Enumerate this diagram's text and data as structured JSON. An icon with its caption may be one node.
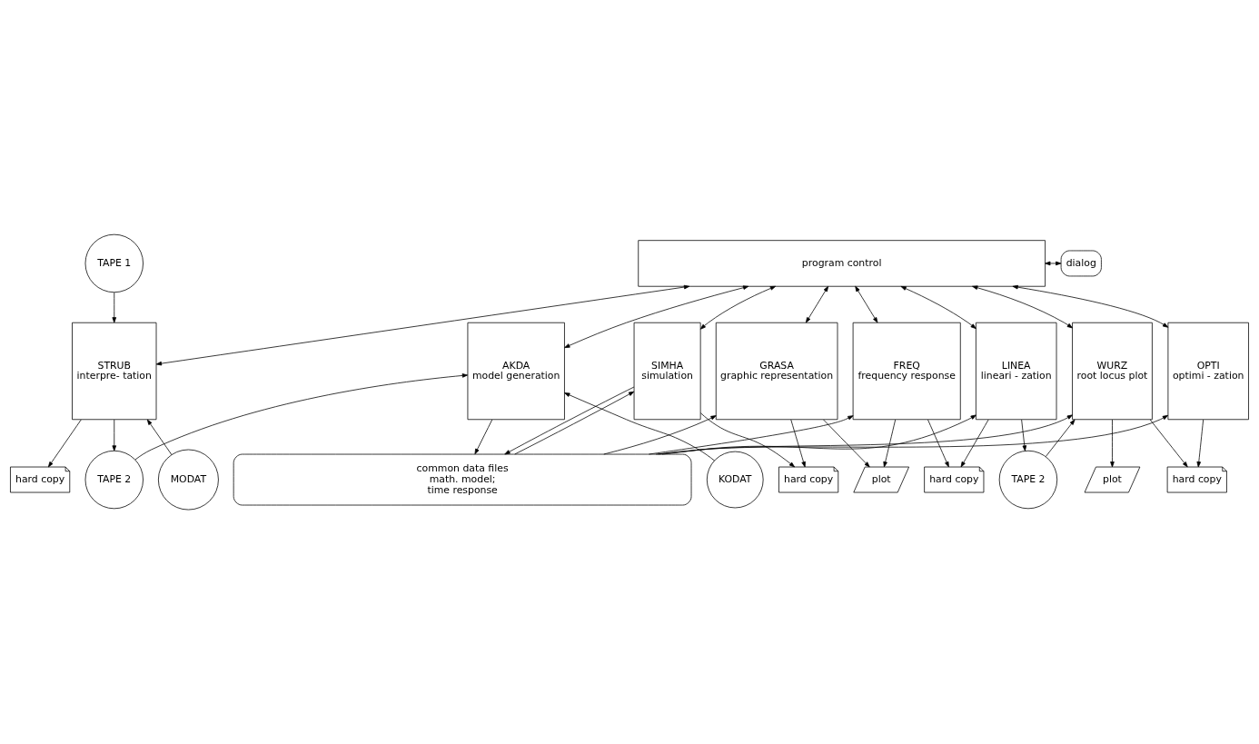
{
  "diagram": {
    "nodes": [
      {
        "text": [
          "program control"
        ]
      },
      {
        "text": [
          "TAPE 1"
        ]
      },
      {
        "text": [
          "dialog"
        ]
      },
      {
        "text": [
          "STRUB",
          "interpre- tation"
        ]
      },
      {
        "text": [
          "AKDA",
          "model generation"
        ]
      },
      {
        "text": [
          "SIMHA",
          "simulation"
        ]
      },
      {
        "text": [
          "GRASA",
          "graphic representation"
        ]
      },
      {
        "text": [
          "FREQ",
          "frequency response"
        ]
      },
      {
        "text": [
          "LINEA",
          "lineari - zation"
        ]
      },
      {
        "text": [
          "WURZ",
          "root locus plot"
        ]
      },
      {
        "text": [
          "OPTI",
          "optimi - zation"
        ]
      },
      {
        "text": [
          "hard copy"
        ]
      },
      {
        "text": [
          "TAPE 2"
        ]
      },
      {
        "text": [
          "hard copy"
        ]
      },
      {
        "text": [
          "plot"
        ]
      },
      {
        "text": [
          "hard copy"
        ]
      },
      {
        "text": [
          "TAPE 2"
        ]
      },
      {
        "text": [
          "plot"
        ]
      },
      {
        "text": [
          "hard copy"
        ]
      },
      {
        "text": [
          "MODAT"
        ]
      },
      {
        "text": [
          "KODAT"
        ]
      },
      {
        "text": [
          "common data files",
          "math. model;",
          "time response"
        ]
      }
    ],
    "edges": [
      {
        "from": 0,
        "to": 2,
        "arrow": "both"
      },
      {
        "from": 1,
        "to": 3,
        "arrow": "to"
      },
      {
        "from": 0,
        "to": 3,
        "arrow": "both"
      },
      {
        "from": 0,
        "to": 4,
        "arrow": "both"
      },
      {
        "from": 0,
        "to": 5,
        "arrow": "both"
      },
      {
        "from": 0,
        "to": 6,
        "arrow": "both"
      },
      {
        "from": 0,
        "to": 7,
        "arrow": "both"
      },
      {
        "from": 0,
        "to": 8,
        "arrow": "both"
      },
      {
        "from": 0,
        "to": 9,
        "arrow": "both"
      },
      {
        "from": 0,
        "to": 10,
        "arrow": "both"
      },
      {
        "from": 3,
        "to": 11,
        "arrow": "to"
      },
      {
        "from": 19,
        "to": 3,
        "arrow": "to"
      },
      {
        "from": 3,
        "to": 12,
        "arrow": "to"
      },
      {
        "from": 12,
        "to": 4,
        "arrow": "to"
      },
      {
        "from": 20,
        "to": 4,
        "arrow": "to"
      },
      {
        "from": 4,
        "to": 21,
        "arrow": "to"
      },
      {
        "from": 21,
        "to": 5,
        "arrow": "to"
      },
      {
        "from": 5,
        "to": 21,
        "arrow": "to"
      },
      {
        "from": 5,
        "to": 13,
        "arrow": "to"
      },
      {
        "from": 6,
        "to": 13,
        "arrow": "to"
      },
      {
        "from": 21,
        "to": 6,
        "arrow": "to"
      },
      {
        "from": 6,
        "to": 14,
        "arrow": "to"
      },
      {
        "from": 7,
        "to": 14,
        "arrow": "to"
      },
      {
        "from": 21,
        "to": 7,
        "arrow": "to"
      },
      {
        "from": 7,
        "to": 15,
        "arrow": "to"
      },
      {
        "from": 8,
        "to": 15,
        "arrow": "to"
      },
      {
        "from": 21,
        "to": 8,
        "arrow": "to"
      },
      {
        "from": 8,
        "to": 16,
        "arrow": "to"
      },
      {
        "from": 16,
        "to": 9,
        "arrow": "to"
      },
      {
        "from": 9,
        "to": 17,
        "arrow": "to"
      },
      {
        "from": 21,
        "to": 9,
        "arrow": "to"
      },
      {
        "from": 9,
        "to": 18,
        "arrow": "to"
      },
      {
        "from": 10,
        "to": 18,
        "arrow": "to"
      },
      {
        "from": 21,
        "to": 10,
        "arrow": "to"
      }
    ]
  }
}
